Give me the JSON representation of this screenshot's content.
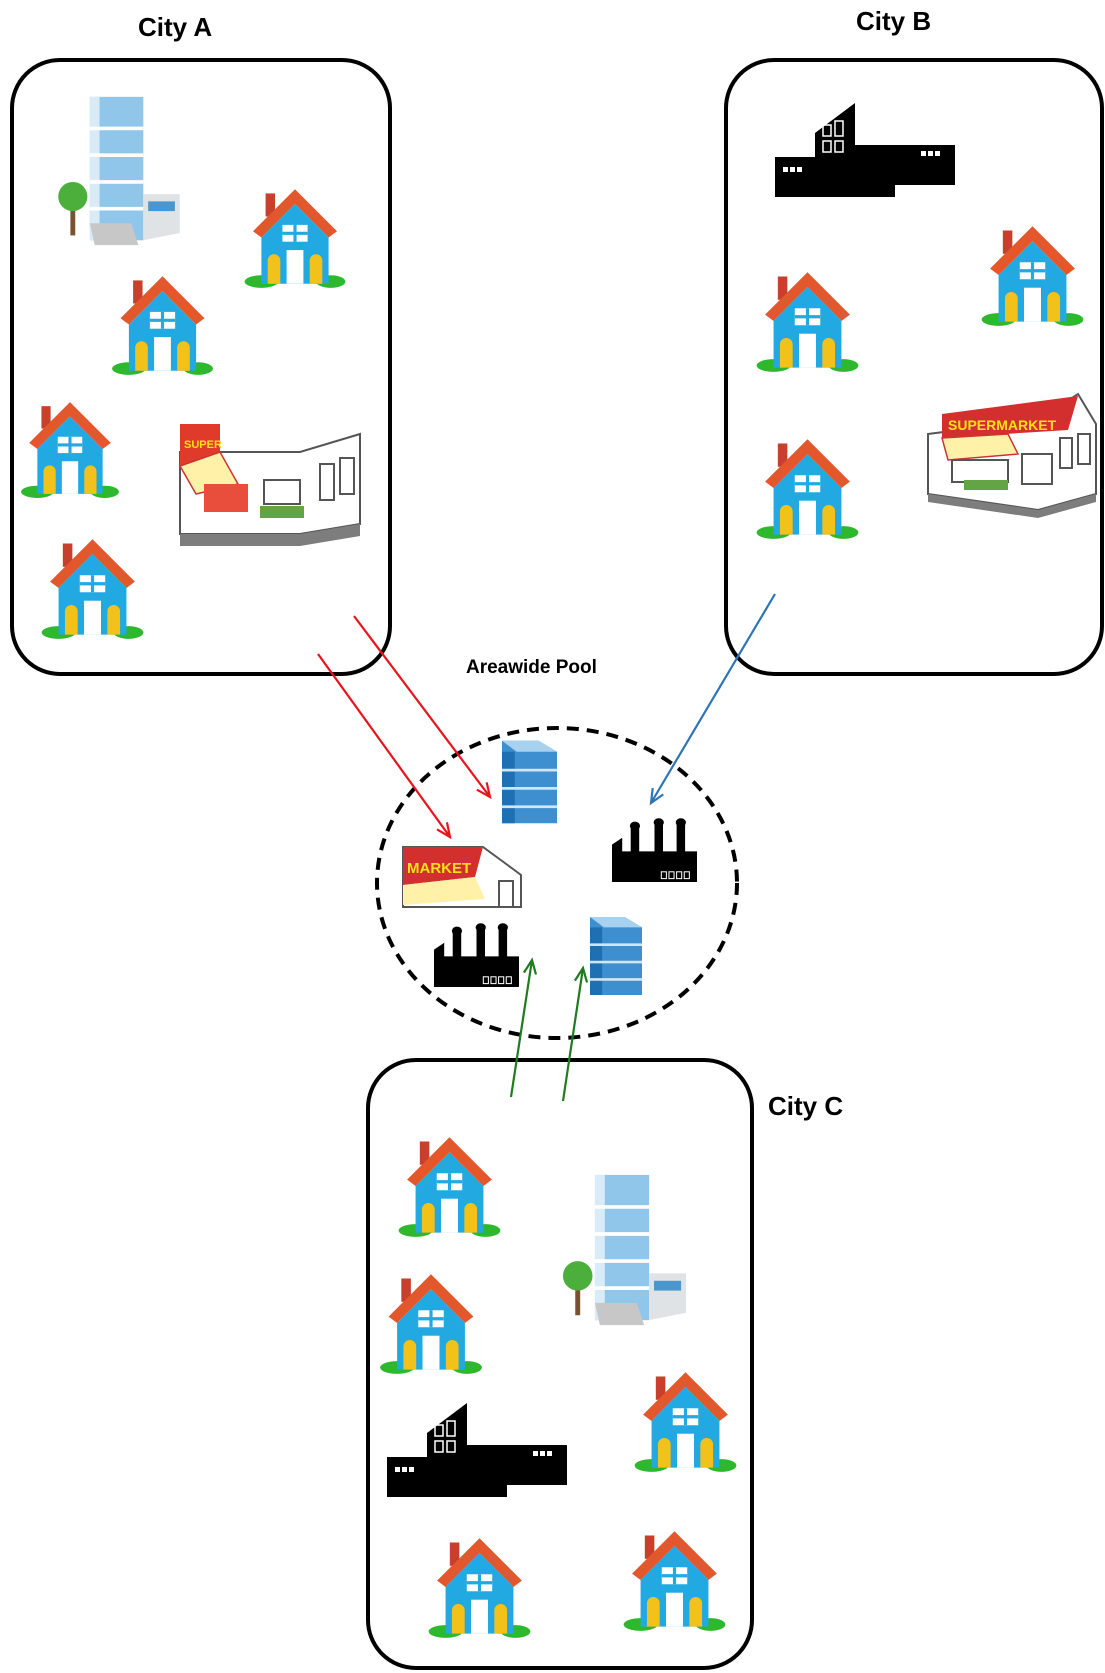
{
  "labels": {
    "city_a": "City A",
    "city_b": "City B",
    "city_c": "City C",
    "pool": "Areawide Pool"
  },
  "supermarket_sign": {
    "full": "SUPERMARKET",
    "city_a": "SUPER",
    "pool": "MARKET"
  },
  "arrow_colors": {
    "city_a": "#e8141b",
    "city_b": "#2e75b6",
    "city_c": "#1e7b1e"
  },
  "icons": {
    "house": "house-icon",
    "office": "office-building-icon",
    "factory": "factory-icon",
    "supermarket": "supermarket-icon"
  }
}
